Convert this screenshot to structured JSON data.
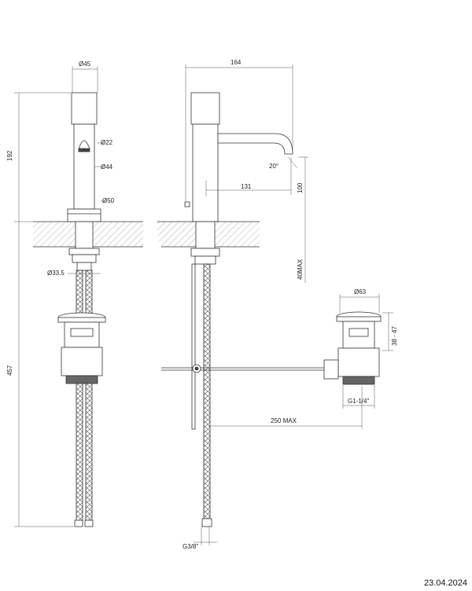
{
  "drawing": {
    "dimensions": {
      "front_top_diameter": "Ø45",
      "front_spout_outlet": "Ø22",
      "front_body_diameter": "Ø44",
      "front_base_diameter": "Ø50",
      "front_shank_diameter": "Ø33.5",
      "total_height": "192",
      "total_length": "457",
      "side_reach": "164",
      "side_spout_reach": "131",
      "spout_angle": "20°",
      "spout_height": "100",
      "deck_max": "40MAX",
      "hose_thread": "G3/8\"",
      "waste_max": "250 MAX",
      "waste_cap_diameter": "Ø63",
      "waste_height_range": "38 - 47",
      "waste_thread": "G1-1/4\""
    },
    "date": "23.04.2024"
  }
}
